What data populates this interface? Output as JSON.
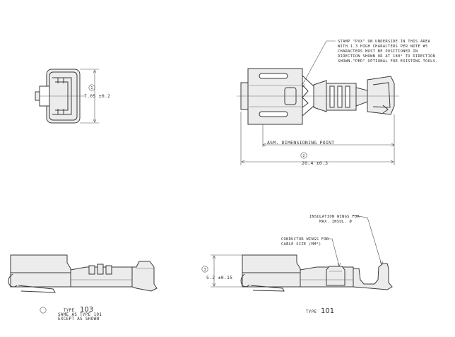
{
  "stamp_note": {
    "lines": [
      "STAMP \"PXX\" ON UNDERSIDE IN THIS AREA",
      "WITH 1.3 HIGH CHARACTERS PER NOTE #5",
      "CHARACTERS MUST BE POSITIONED IN",
      "DIRECTION SHOWN OR AT 180° TO DIRECTION",
      "SHOWN.\"PED\" OPTIONAL FOR EXISTING TOOLS."
    ]
  },
  "dimensions": {
    "height_value": "7.05 ±0.2",
    "height_bubble": "1",
    "asm_label": "ASM. DIMENSIONING POINT",
    "length_bubble": "2",
    "length_value": "20.4 ±0.3",
    "side_bubble": "3",
    "side_value": "5.2 ±0.15"
  },
  "callouts": {
    "insulation_line1": "INSULATION WINGS FOR",
    "insulation_line2": "MAX. INSUL. Ø",
    "conductor_line1": "CONDUCTOR WINGS FOR",
    "conductor_line2": "CABLE SIZE (MM²)"
  },
  "type_103": {
    "prefix": "TYPE",
    "number": "103",
    "note_line1": "SAME AS TYPE 101",
    "note_line2": "EXCEPT AS SHOWN"
  },
  "type_101": {
    "prefix": "TYPE",
    "number": "101"
  },
  "colors": {
    "line": "#3a3a3a",
    "background": "#ffffff"
  }
}
